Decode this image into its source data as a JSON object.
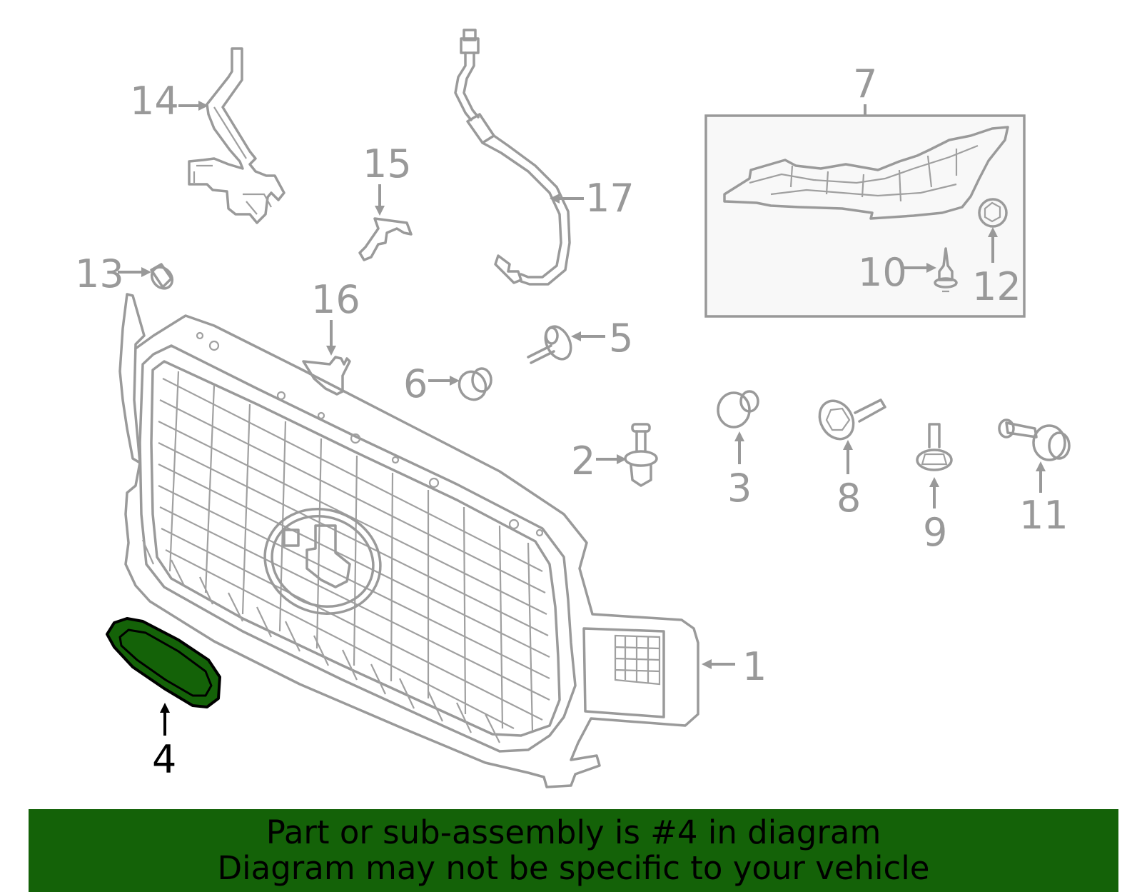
{
  "diagram": {
    "callouts": [
      "1",
      "2",
      "3",
      "4",
      "5",
      "6",
      "7",
      "8",
      "9",
      "10",
      "11",
      "12",
      "13",
      "14",
      "15",
      "16",
      "17"
    ],
    "highlighted_callout": "4",
    "highlight_color": "#146208",
    "part_line_color": "#9a9a9a",
    "inset_fill": "#f8f8f8"
  },
  "banner": {
    "line1": "Part or sub-assembly is #4 in diagram",
    "line2": "Diagram may not be specific to your vehicle",
    "background": "#146208"
  }
}
